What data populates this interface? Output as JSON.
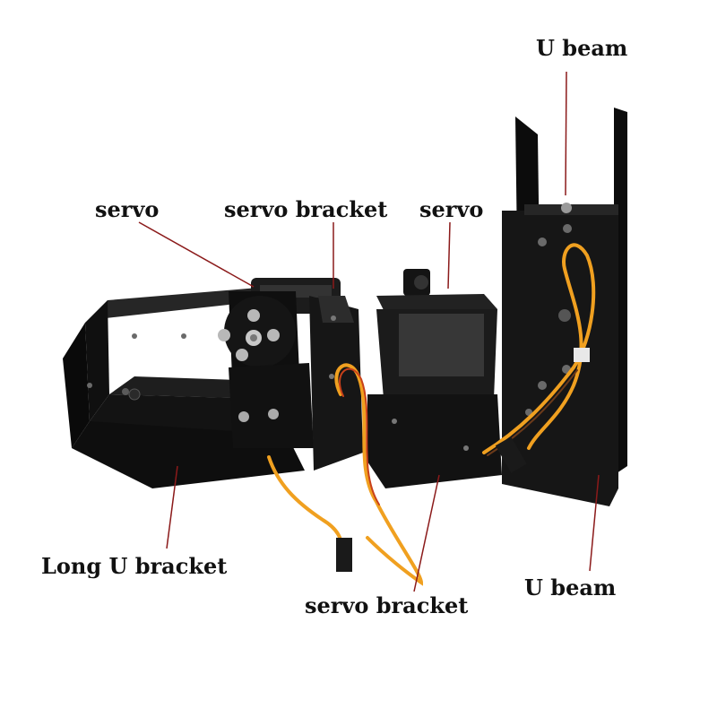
{
  "labels": {
    "u_beam_top": "U beam",
    "servo_left": "servo",
    "servo_bracket_top": "servo bracket",
    "servo_right": "servo",
    "long_u_bracket": "Long U bracket",
    "servo_bracket_bottom": "servo bracket",
    "u_beam_bottom": "U beam"
  },
  "colors": {
    "leader_line": "#8b1a1a",
    "metal": "#141414",
    "servo_body": "#1c1c1c",
    "wire_orange": "#f0a020",
    "wire_red": "#c8401a",
    "wire_brown": "#6b3a1a",
    "screw": "#b8b8b8"
  }
}
